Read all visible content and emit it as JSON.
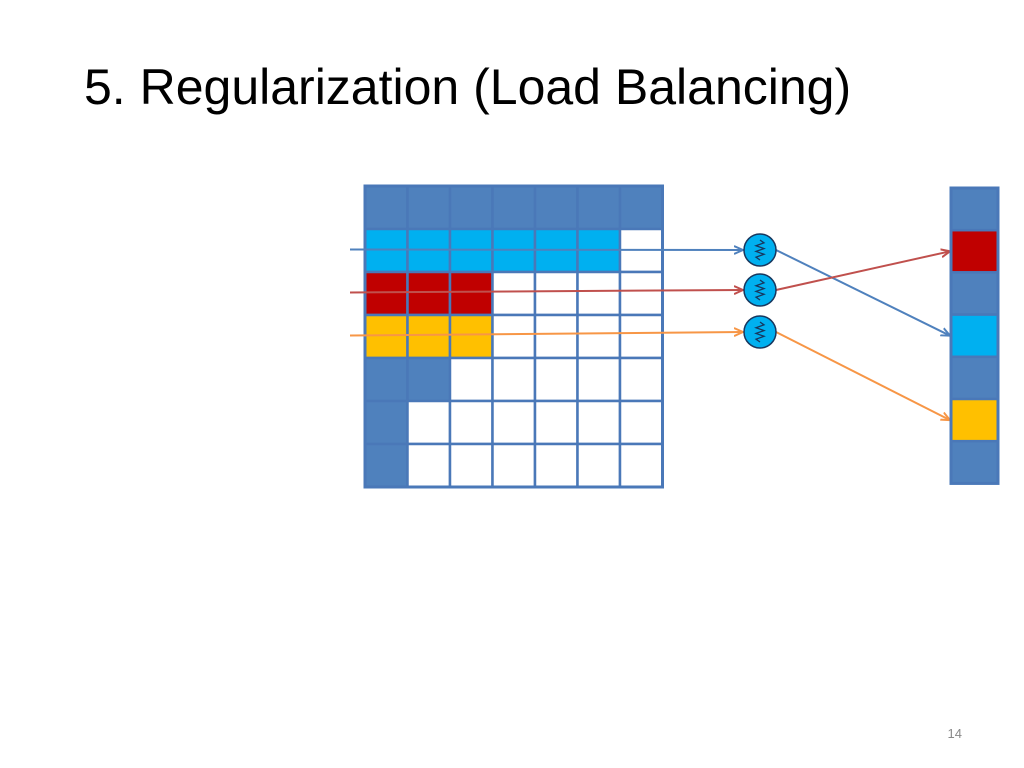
{
  "slide": {
    "title": "5. Regularization (Load Balancing)",
    "page_number": "14"
  },
  "colors": {
    "background": "#ffffff",
    "cell_stroke": "#4a78b8",
    "filled_blue": "#4f81bd",
    "cyan": "#00b0f0",
    "red": "#c00000",
    "yellow": "#ffc000",
    "empty": "#ffffff",
    "arrow_blue": "#4f81bd",
    "arrow_red": "#c0504d",
    "arrow_orange": "#f79646",
    "node_fill": "#00b0f0",
    "node_stroke": "#17375e"
  },
  "matrix": {
    "rows": [
      [
        "blue",
        "blue",
        "blue",
        "blue",
        "blue",
        "blue",
        "blue"
      ],
      [
        "cyan",
        "cyan",
        "cyan",
        "cyan",
        "cyan",
        "cyan",
        "empty"
      ],
      [
        "red",
        "red",
        "red",
        "empty",
        "empty",
        "empty",
        "empty"
      ],
      [
        "yellow",
        "yellow",
        "yellow",
        "empty",
        "empty",
        "empty",
        "empty"
      ],
      [
        "blue",
        "blue",
        "empty",
        "empty",
        "empty",
        "empty",
        "empty"
      ],
      [
        "blue",
        "empty",
        "empty",
        "empty",
        "empty",
        "empty",
        "empty"
      ],
      [
        "blue",
        "empty",
        "empty",
        "empty",
        "empty",
        "empty",
        "empty"
      ]
    ]
  },
  "nodes": [
    {
      "icon": "resistor-icon",
      "color": "cyan"
    },
    {
      "icon": "resistor-icon",
      "color": "cyan"
    },
    {
      "icon": "resistor-icon",
      "color": "cyan"
    }
  ],
  "vector": {
    "cells": [
      "blue",
      "red",
      "blue",
      "cyan",
      "blue",
      "yellow",
      "blue"
    ]
  },
  "arrows": [
    {
      "name": "row-cyan-to-node",
      "color": "arrow_blue",
      "from": "matrix-row-1",
      "to": "node-0"
    },
    {
      "name": "row-red-to-node",
      "color": "arrow_red",
      "from": "matrix-row-2",
      "to": "node-1"
    },
    {
      "name": "row-yellow-to-node",
      "color": "arrow_orange",
      "from": "matrix-row-3",
      "to": "node-2"
    },
    {
      "name": "node-to-vector-cyan",
      "color": "arrow_blue",
      "from": "node-0",
      "to": "vector-cell-3"
    },
    {
      "name": "node-to-vector-red",
      "color": "arrow_red",
      "from": "node-1",
      "to": "vector-cell-1"
    },
    {
      "name": "node-to-vector-yellow",
      "color": "arrow_orange",
      "from": "node-2",
      "to": "vector-cell-5"
    }
  ]
}
